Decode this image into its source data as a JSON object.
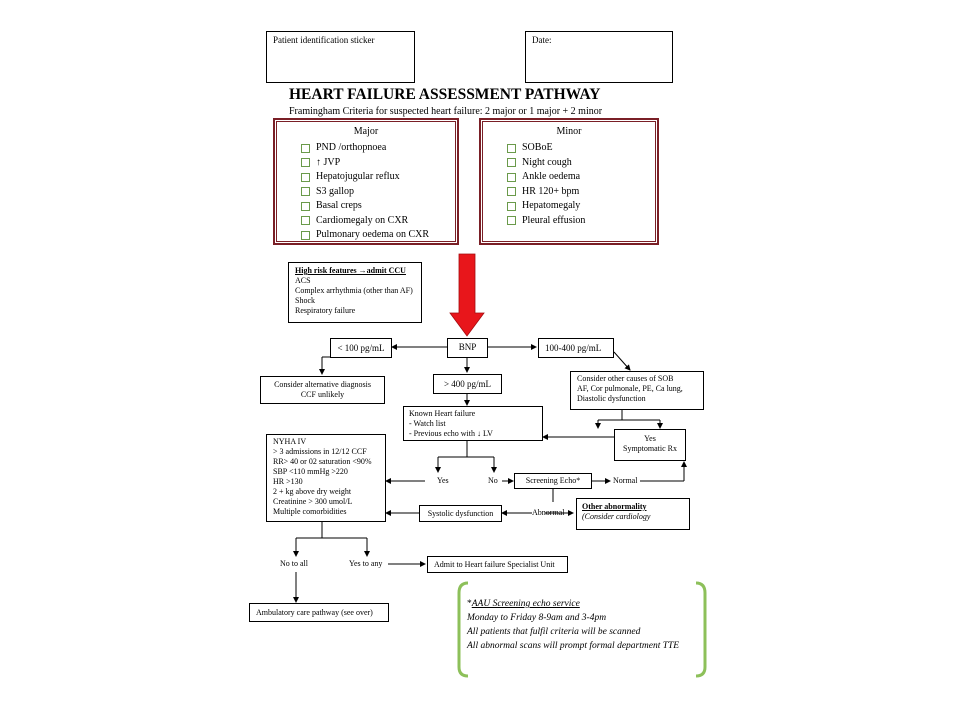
{
  "header": {
    "sticker_label": "Patient identification sticker",
    "date_label": "Date:",
    "title": "HEART FAILURE ASSESSMENT PATHWAY",
    "subtitle": "Framingham Criteria for suspected heart failure: 2 major or 1 major + 2 minor"
  },
  "major": {
    "title": "Major",
    "items": [
      "PND /orthopnoea",
      "↑ JVP",
      "Hepatojugular reflux",
      "S3 gallop",
      "Basal creps",
      "Cardiomegaly on CXR",
      "Pulmonary oedema on CXR"
    ]
  },
  "minor": {
    "title": "Minor",
    "items": [
      "SOBoE",
      "Night cough",
      "Ankle oedema",
      "HR 120+ bpm",
      "Hepatomegaly",
      "Pleural effusion"
    ]
  },
  "high_risk": {
    "title": "High risk features →admit CCU",
    "items": [
      "ACS",
      "Complex arrhythmia (other than AF)",
      "Shock",
      "Respiratory failure"
    ]
  },
  "nodes": {
    "bnp": "BNP",
    "lt100": "< 100 pg/mL",
    "gt400": "> 400 pg/mL",
    "mid": "100-400 pg/mL",
    "alt_dx_line1": "Consider alternative diagnosis",
    "alt_dx_line2": "CCF unlikely",
    "known_hf": [
      "Known Heart failure",
      "- Watch list",
      "- Previous echo with ↓ LV"
    ],
    "other_causes": [
      "Consider other causes of SOB",
      "AF, Cor pulmonale, PE, Ca lung,",
      "Diastolic dysfunction"
    ],
    "yes_rx_line1": "Yes",
    "yes_rx_line2": "Symptomatic Rx",
    "nyha": [
      "NYHA IV",
      "> 3 admissions in 12/12 CCF",
      "RR> 40 or 02 saturation <90%",
      "SBP <110 mmHg >220",
      "HR >130",
      "2 + kg above dry weight",
      "Creatinine > 300 umol/L",
      "Multiple comorbidities"
    ],
    "screening_echo": "Screening Echo*",
    "systolic": "Systolic dysfunction",
    "other_abn_title": "Other abnormality",
    "other_abn_sub": "(Consider cardiology",
    "admit_hf": "Admit to Heart failure Specialist Unit",
    "ambulatory": "Ambulatory care pathway (see over)"
  },
  "labels": {
    "yes": "Yes",
    "no": "No",
    "normal": "Normal",
    "abnormal": "Abnormal",
    "no_to_all": "No to all",
    "yes_to_any": "Yes to any"
  },
  "info": {
    "title": "AAU Screening echo service",
    "star": "*",
    "lines": [
      "Monday to Friday 8-9am and 3-4pm",
      "All patients that fulfil criteria will be scanned",
      "All abnormal scans will prompt formal department TTE"
    ]
  },
  "colors": {
    "criteria_border": "#7a1f26",
    "big_arrow": "#e8161b",
    "checkbox": "#6a9a4a",
    "brace": "#8dc05a"
  }
}
